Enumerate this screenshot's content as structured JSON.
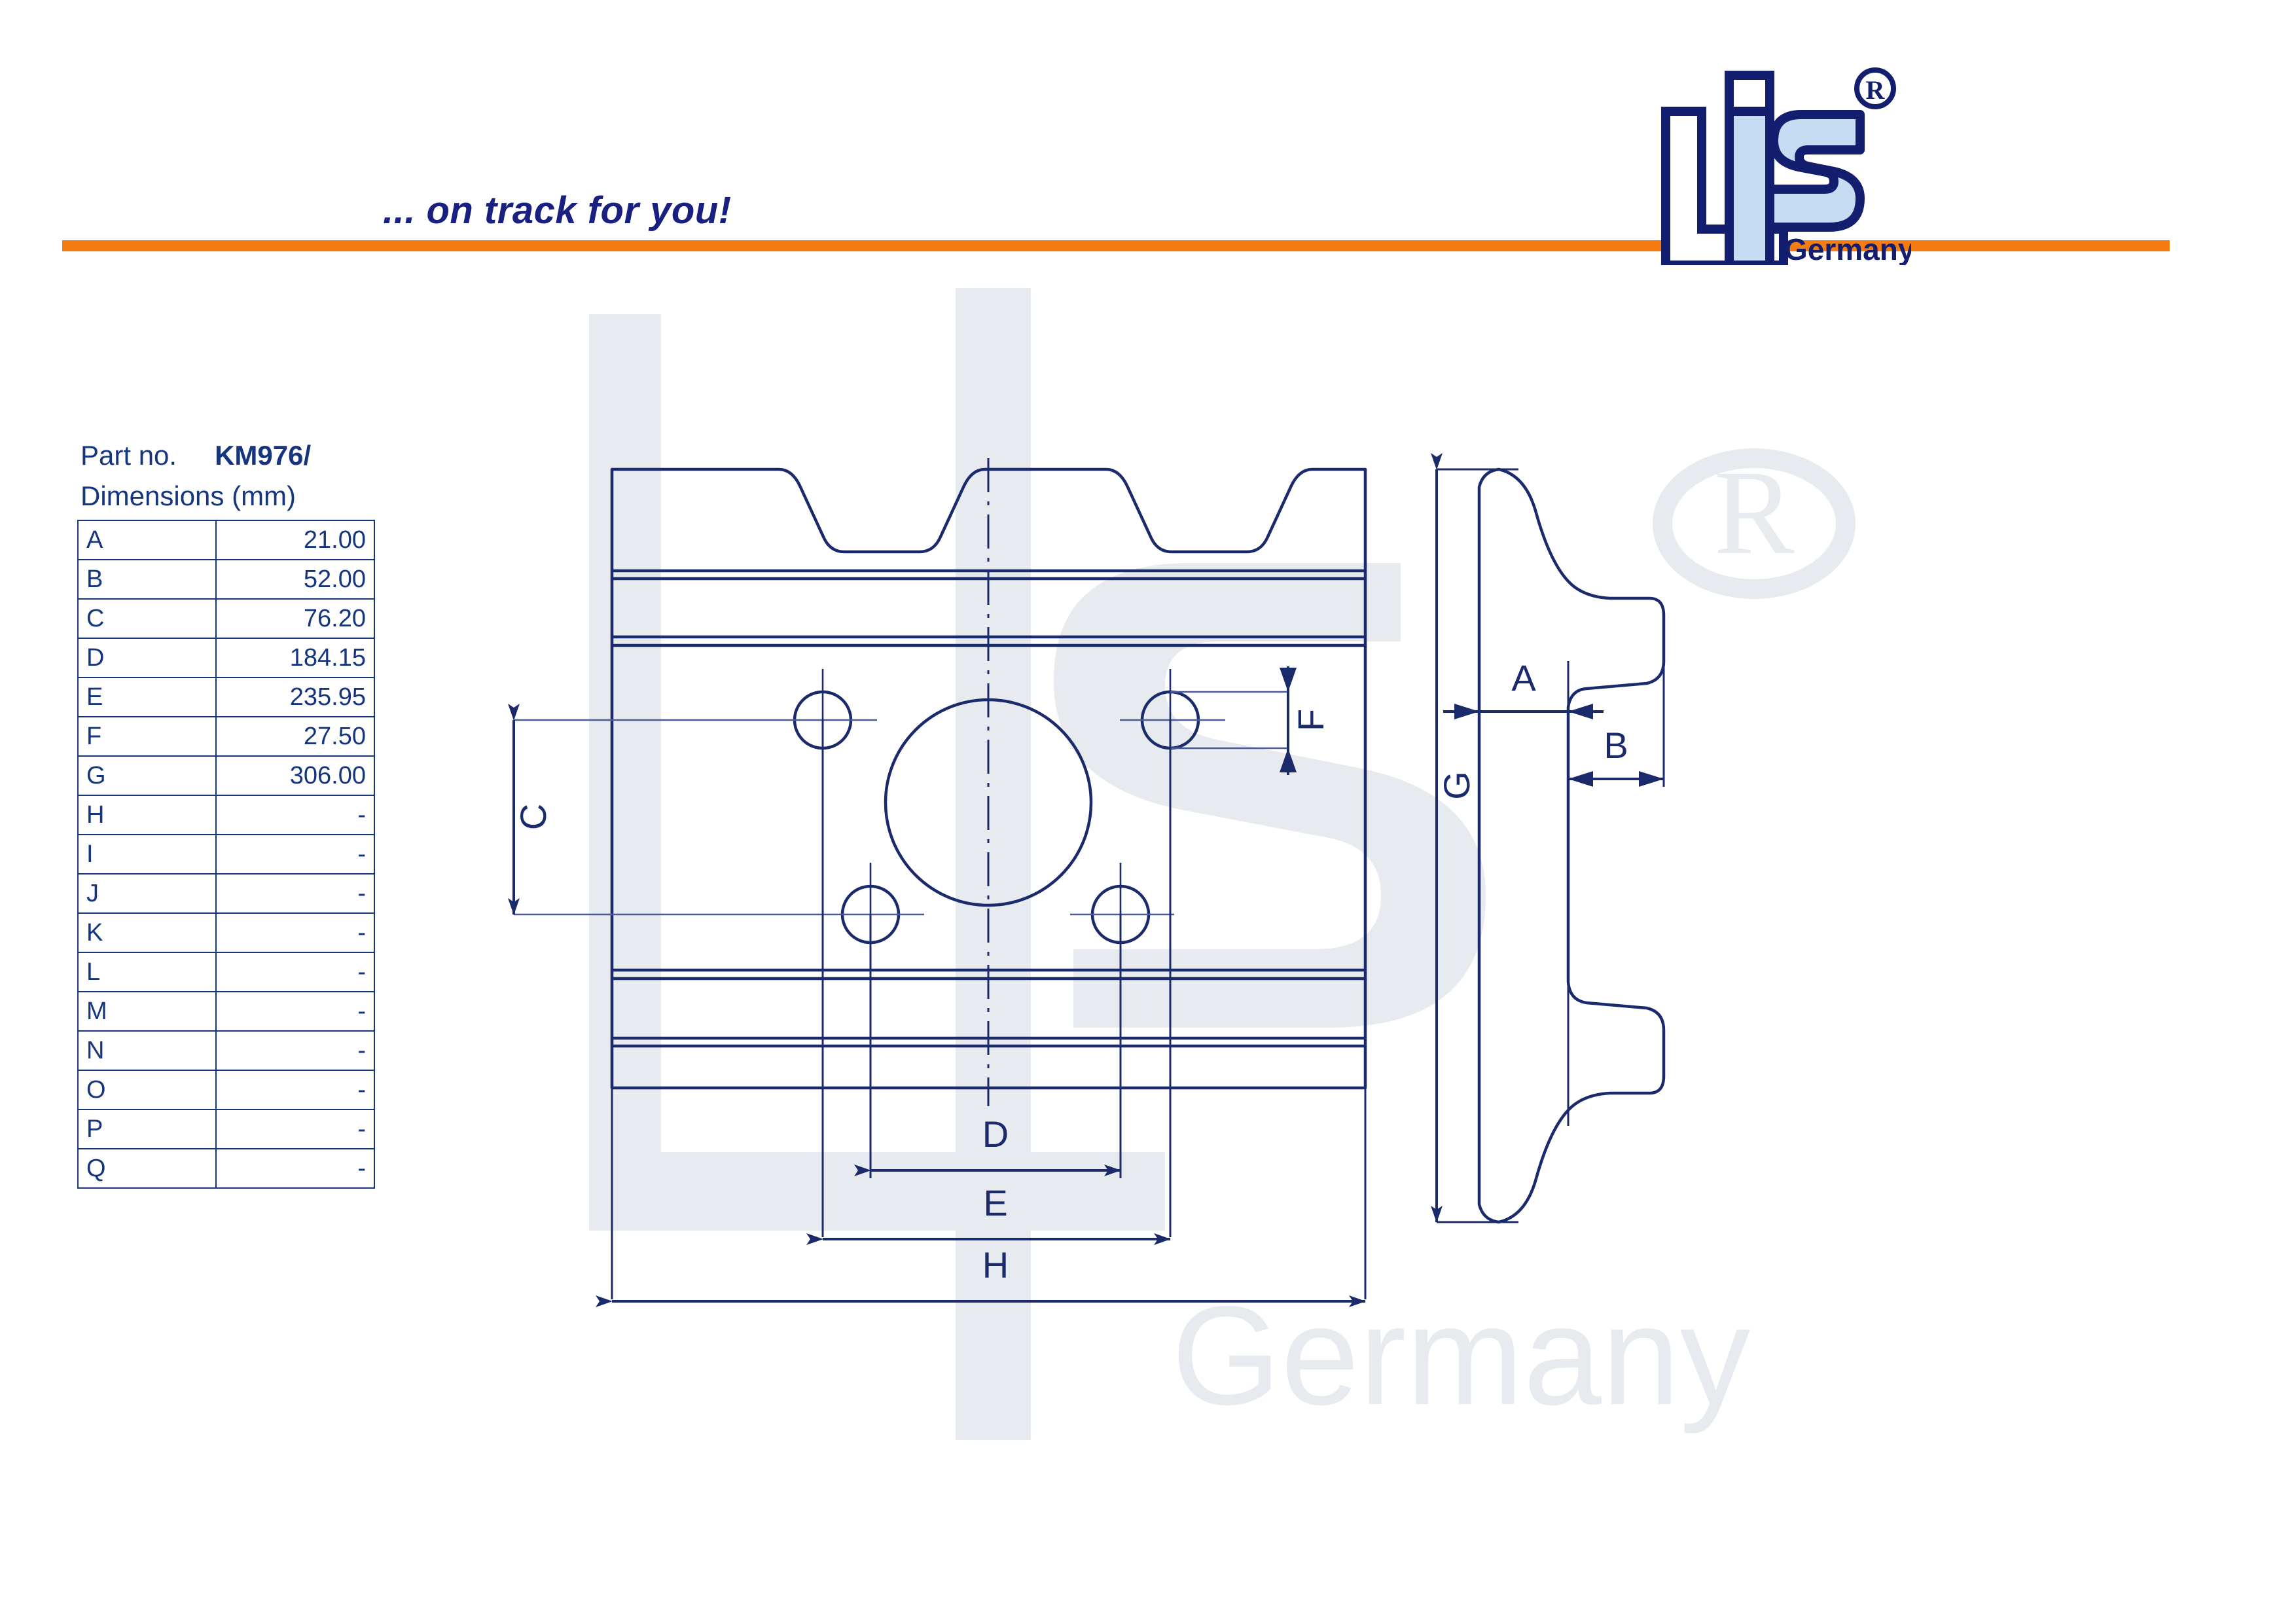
{
  "header": {
    "tagline": "... on track for you!",
    "accent_orange": "#f57c11",
    "brand_navy": "#16357f",
    "logo": {
      "letters": "LiS",
      "registered_mark": "®",
      "country": "Germany",
      "fill_light": "#c5dcf2",
      "stroke": "#131f6e"
    }
  },
  "spec": {
    "part_no_label": "Part no.",
    "part_no_value": "KM976/",
    "dimensions_caption": "Dimensions (mm)",
    "rows": [
      {
        "key": "A",
        "value": "21.00"
      },
      {
        "key": "B",
        "value": "52.00"
      },
      {
        "key": "C",
        "value": "76.20"
      },
      {
        "key": "D",
        "value": "184.15"
      },
      {
        "key": "E",
        "value": "235.95"
      },
      {
        "key": "F",
        "value": "27.50"
      },
      {
        "key": "G",
        "value": "306.00"
      },
      {
        "key": "H",
        "value": "-"
      },
      {
        "key": "I",
        "value": "-"
      },
      {
        "key": "J",
        "value": "-"
      },
      {
        "key": "K",
        "value": "-"
      },
      {
        "key": "L",
        "value": "-"
      },
      {
        "key": "M",
        "value": "-"
      },
      {
        "key": "N",
        "value": "-"
      },
      {
        "key": "O",
        "value": "-"
      },
      {
        "key": "P",
        "value": "-"
      },
      {
        "key": "Q",
        "value": "-"
      }
    ]
  },
  "drawing": {
    "line_color": "#1b2a6b",
    "thin_line_color": "#4a5a9a",
    "watermark_color": "#e7eaee",
    "watermark_text": "Germany",
    "watermark_mark": "®",
    "views": [
      {
        "name": "plan-view",
        "description": "track shoe plan view with grouser notches, bolt holes and centre bore"
      },
      {
        "name": "section-view",
        "description": "track shoe cross-section profile"
      }
    ],
    "dimension_labels": [
      {
        "id": "A",
        "view": "section-view",
        "orientation": "horizontal"
      },
      {
        "id": "B",
        "view": "section-view",
        "orientation": "horizontal"
      },
      {
        "id": "C",
        "view": "plan-view",
        "orientation": "vertical"
      },
      {
        "id": "D",
        "view": "plan-view",
        "orientation": "horizontal"
      },
      {
        "id": "E",
        "view": "plan-view",
        "orientation": "horizontal"
      },
      {
        "id": "F",
        "view": "plan-view",
        "orientation": "vertical"
      },
      {
        "id": "G",
        "view": "section-view",
        "orientation": "vertical"
      },
      {
        "id": "H",
        "view": "plan-view",
        "orientation": "horizontal"
      }
    ]
  }
}
